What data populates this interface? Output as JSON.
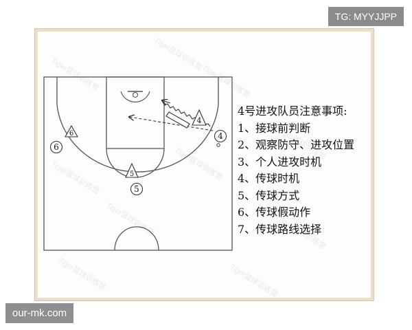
{
  "notes": {
    "title": "4号进攻队员注意事项:",
    "items": [
      "1、接球前判断",
      "2、观察防守、进攻位置",
      "3、个人进攻时机",
      "4、传球时机",
      "5、传球方式",
      "6、传球假动作",
      "7、传球路线选择"
    ]
  },
  "players": {
    "p4_offense": "4",
    "p4_defense": "4",
    "p6_offense": "6",
    "p6_defense": "6",
    "p5_offense": "5",
    "p5_defense": "5"
  },
  "badge": "TG: MYYJJPP",
  "site": "our-mk.com",
  "watermark": "Tiger篮球训练营",
  "colors": {
    "frame": "#eadfc9",
    "lines": "#555555",
    "badge_bg": "#8b8b8b"
  }
}
